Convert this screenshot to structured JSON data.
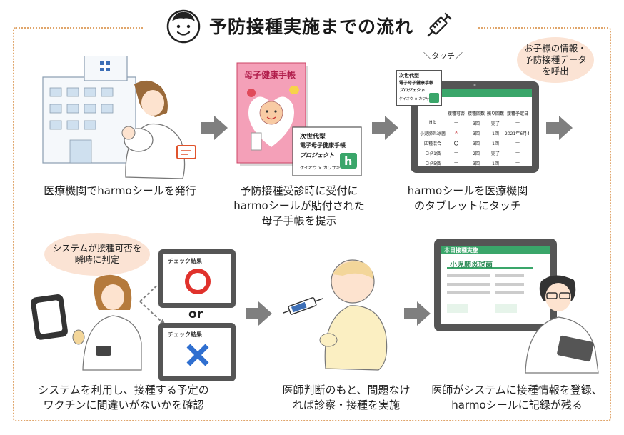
{
  "title": "予防接種実施までの流れ",
  "steps": [
    {
      "caption": [
        "医療機関でharmoシールを発行"
      ]
    },
    {
      "caption": [
        "予防接種受診時に受付に",
        "harmoシールが貼付された",
        "母子手帳を提示"
      ]
    },
    {
      "caption": [
        "harmoシールを医療機関",
        "のタブレットにタッチ"
      ]
    },
    {
      "caption": [
        "システムを利用し、接種する予定の",
        "ワクチンに間違いがないかを確認"
      ]
    },
    {
      "caption": [
        "医師判断のもと、問題なけ",
        "れば診察・接種を実施"
      ]
    },
    {
      "caption": [
        "医師がシステムに接種情報を登録、",
        "harmoシールに記録が残る"
      ]
    }
  ],
  "bubbles": {
    "patient_info": [
      "お子様の情報・",
      "予防接種データ",
      "を呼出"
    ],
    "system_check": [
      "システムが接種可否を",
      "瞬時に判定"
    ]
  },
  "touch_label": "＼タッチ／",
  "or_label": "or",
  "check_result_label": "チェック結果",
  "boshi_book_title": "母子健康手帳",
  "sticker": {
    "line1": "次世代型",
    "line2": "電子母子健康手帳",
    "line3": "プロジェクト",
    "line4": "ケイオウ × カワサキ"
  },
  "tablet_screen3": {
    "headers": [
      "",
      "接種可否",
      "接種回数",
      "残り回数",
      "接種予定日"
    ],
    "rows": [
      [
        "Hib",
        "—",
        "3回",
        "完了",
        "—"
      ],
      [
        "小児肺炎球菌",
        "✕",
        "3回",
        "1回",
        "2021年6月4日"
      ],
      [
        "四種混合",
        "〇",
        "3回",
        "1回",
        "—"
      ],
      [
        "ロタ1価",
        "—",
        "2回",
        "完了",
        "—"
      ],
      [
        "ロタ5価",
        "—",
        "3回",
        "1回",
        "—"
      ]
    ]
  },
  "tablet_screen6": {
    "header": "本日接種実施",
    "vaccine": "小児肺炎球菌"
  },
  "colors": {
    "frame": "#e0a56a",
    "arrow": "#7f7f7f",
    "bubble": "#fbe3d4",
    "green": "#3aa66a",
    "circle_red": "#e0322c",
    "cross_blue": "#2f6fd0",
    "tablet": "#555555",
    "boshi_pink": "#f4a0b8"
  },
  "icons": [
    "smiley-icon",
    "syringe-icon",
    "hospital-icon",
    "arrow-right-icon",
    "tablet-icon",
    "baby-icon",
    "doctor-icon",
    "nurse-icon",
    "circle-icon",
    "cross-icon"
  ]
}
